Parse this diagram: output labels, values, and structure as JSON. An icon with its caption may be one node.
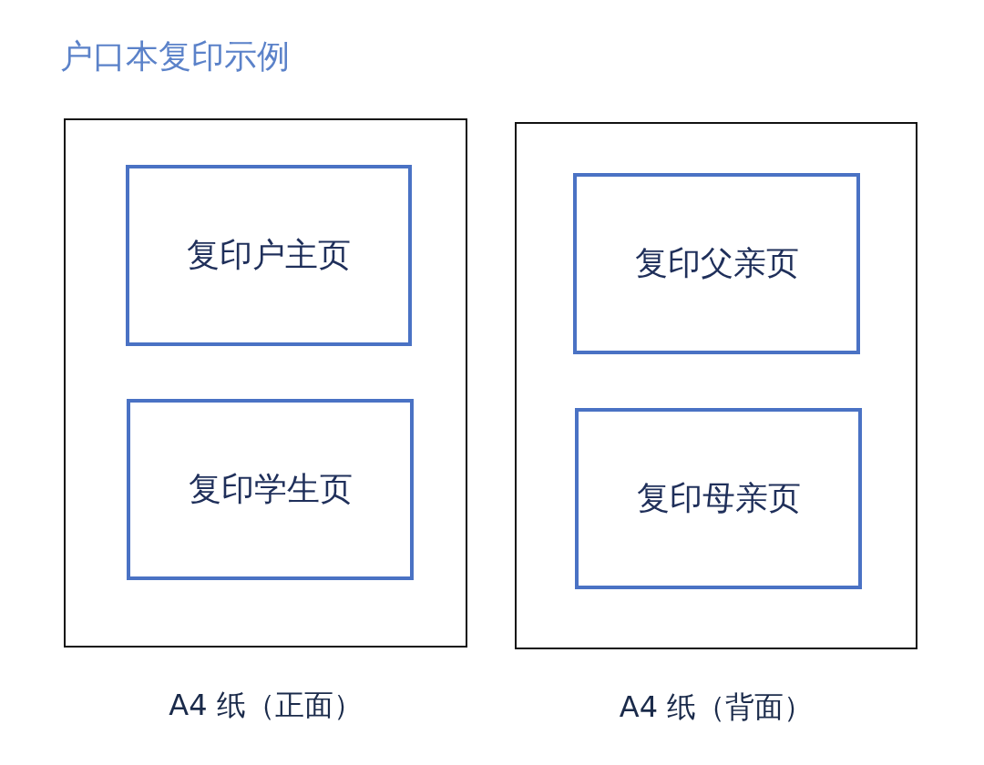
{
  "diagram": {
    "title": "户口本复印示例",
    "nodes": [
      {
        "text": [],
        "shape": "box",
        "beside": [
          "A4 纸（正面）"
        ]
      },
      {
        "text": [
          "复印户主页"
        ],
        "in": 0
      },
      {
        "text": [
          "复印学生页"
        ],
        "in": 0
      },
      {
        "text": [],
        "shape": "box",
        "beside": [
          "A4 纸（背面）"
        ]
      },
      {
        "text": [
          "复印父亲页"
        ],
        "in": 3
      },
      {
        "text": [
          "复印母亲页"
        ],
        "in": 3
      }
    ],
    "edges": []
  }
}
